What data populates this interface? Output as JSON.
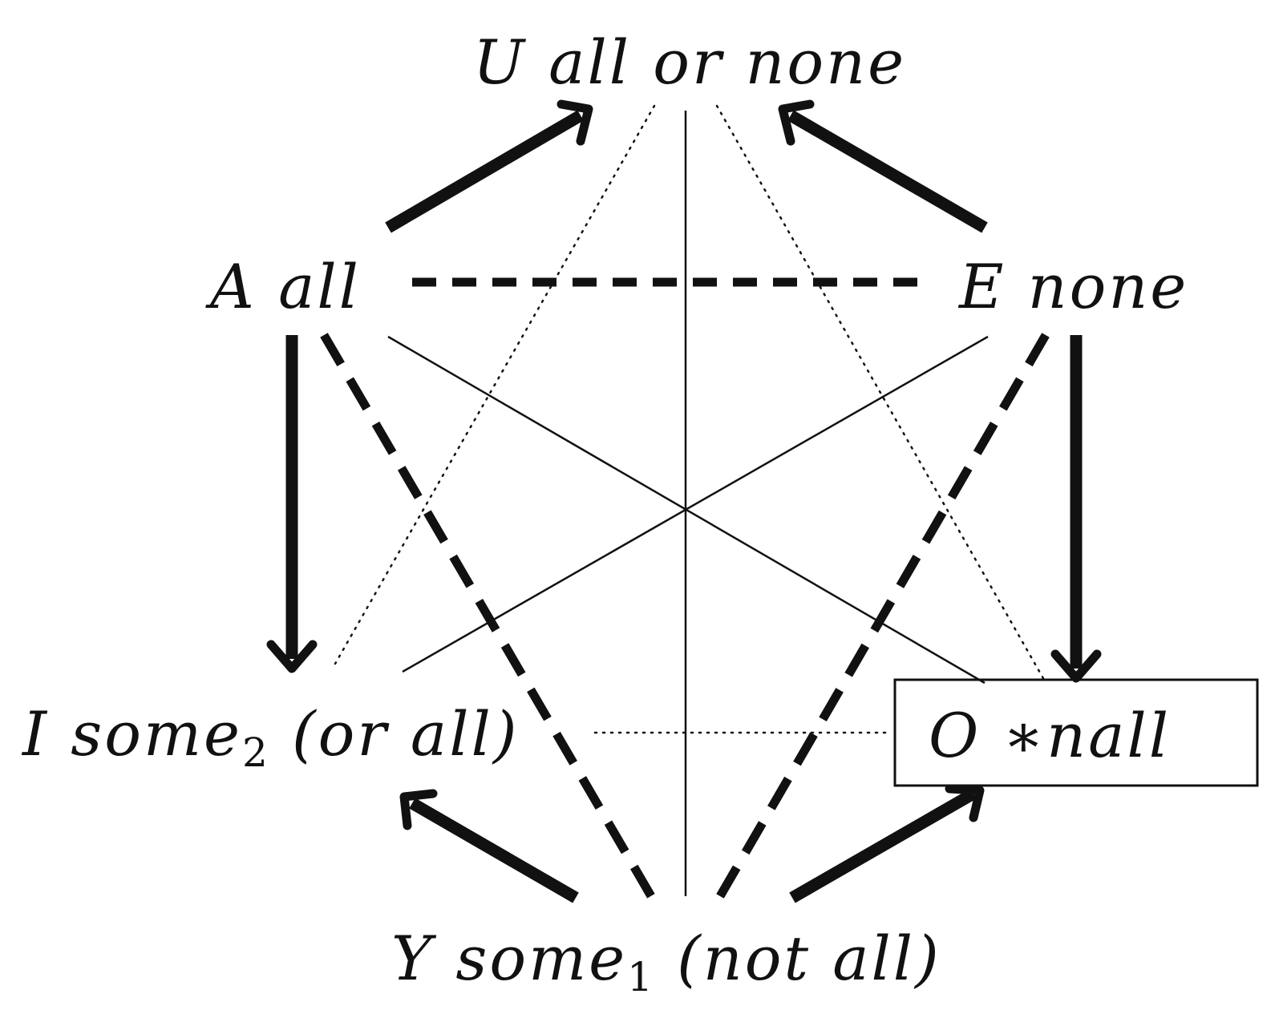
{
  "vertices": {
    "U": {
      "letter": "U",
      "text": "all or none"
    },
    "A": {
      "letter": "A",
      "text": "all"
    },
    "E": {
      "letter": "E",
      "text": "none"
    },
    "I": {
      "letter": "I",
      "text": "some",
      "sub": "2",
      "rest": "(or all)"
    },
    "O": {
      "letter": "O",
      "text": "∗nall"
    },
    "Y": {
      "letter": "Y",
      "text": "some",
      "sub": "1",
      "rest": "(not all)"
    }
  },
  "colors": {
    "ink": "#111111",
    "background": "#ffffff"
  }
}
